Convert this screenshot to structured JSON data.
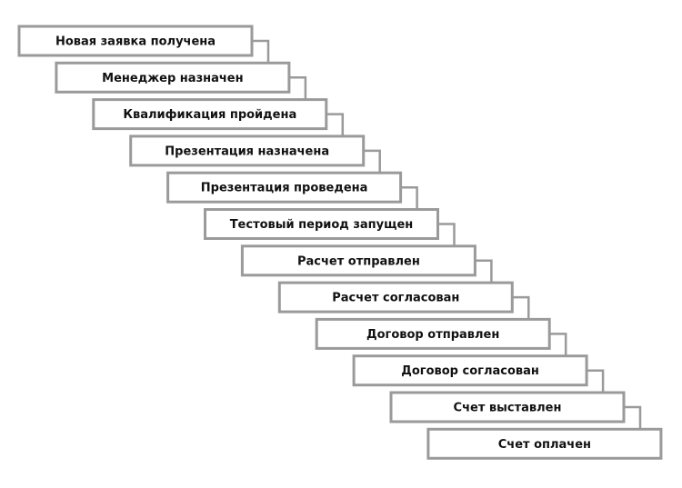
{
  "diagram": {
    "type": "staircase-funnel",
    "box_stroke_color": "#9a9a9a",
    "text_color": "#111111",
    "stages": [
      "Новая заявка получена",
      "Менеджер назначен",
      "Квалификация пройдена",
      "Презентация назначена",
      "Презентация проведена",
      "Тестовый период запущен",
      "Расчет отправлен",
      "Расчет согласован",
      "Договор отправлен",
      "Договор согласован",
      "Счет выставлен",
      "Счет оплачен"
    ]
  }
}
